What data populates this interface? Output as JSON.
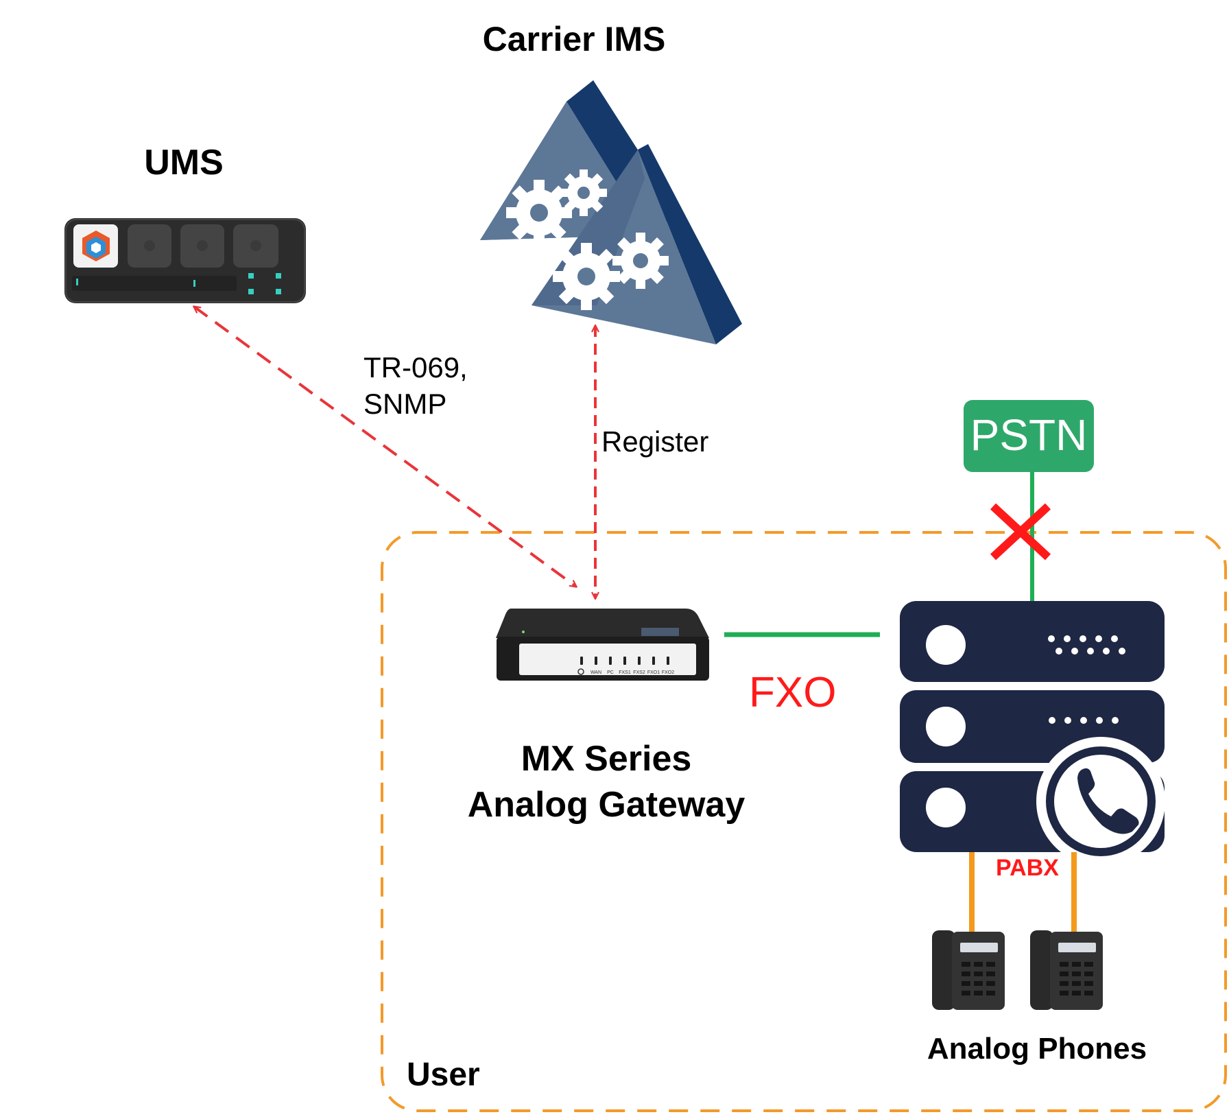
{
  "diagram": {
    "nodes": {
      "carrier_ims": {
        "label": "Carrier IMS"
      },
      "ums": {
        "label": "UMS"
      },
      "pstn": {
        "label": "PSTN"
      },
      "gateway": {
        "label_line1": "MX Series",
        "label_line2": "Analog Gateway"
      },
      "pabx": {
        "label": "PABX"
      },
      "phones": {
        "label": "Analog Phones"
      },
      "user_zone": {
        "label": "User"
      }
    },
    "links": {
      "ums_gateway": {
        "label_line1": "TR-069,",
        "label_line2": "SNMP"
      },
      "ims_gateway": {
        "label": "Register"
      },
      "gateway_pabx": {
        "label": "FXO"
      }
    },
    "gateway_ports": [
      "WAN",
      "PC",
      "FXS1",
      "FXS2",
      "FXO1",
      "FXO2"
    ],
    "colors": {
      "signal_arrow": "#e8353a",
      "pstn_green": "#2ea86a",
      "fxo_line": "#1fae55",
      "user_boundary": "#f39a2a",
      "phone_line": "#f39a1d",
      "pabx_navy": "#1e2744",
      "ims_light": "#5d7797",
      "ims_dark": "#15396a",
      "pabx_label": "#ff1a1a",
      "fxo_label": "#ff1a1a"
    }
  }
}
